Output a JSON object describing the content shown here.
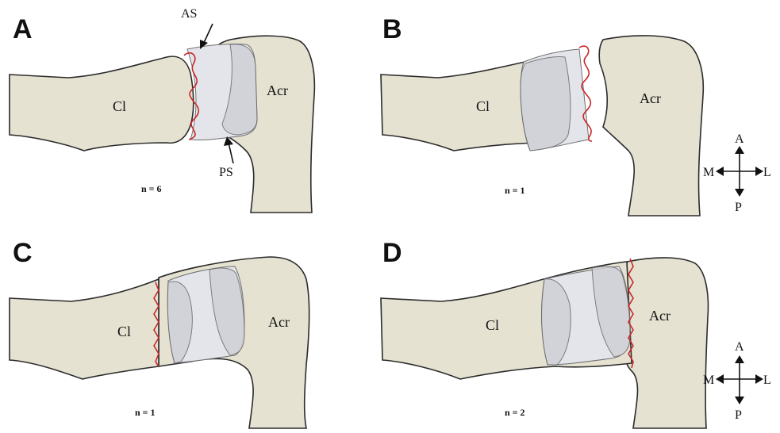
{
  "panels": [
    {
      "letter": "A",
      "clavicle": "Cl",
      "acromion": "Acr",
      "count": "n = 6"
    },
    {
      "letter": "B",
      "clavicle": "Cl",
      "acromion": "Acr",
      "count": "n = 1"
    },
    {
      "letter": "C",
      "clavicle": "Cl",
      "acromion": "Acr",
      "count": "n = 1"
    },
    {
      "letter": "D",
      "clavicle": "Cl",
      "acromion": "Acr",
      "count": "n = 2"
    }
  ],
  "callouts": {
    "superior": "AS",
    "inferior": "PS"
  },
  "compass": {
    "up": "A",
    "down": "P",
    "left": "M",
    "right": "L"
  },
  "colors": {
    "bone": "#e5e2d2",
    "ligament": "#e4e5ea",
    "capsule": "#c9282a"
  }
}
